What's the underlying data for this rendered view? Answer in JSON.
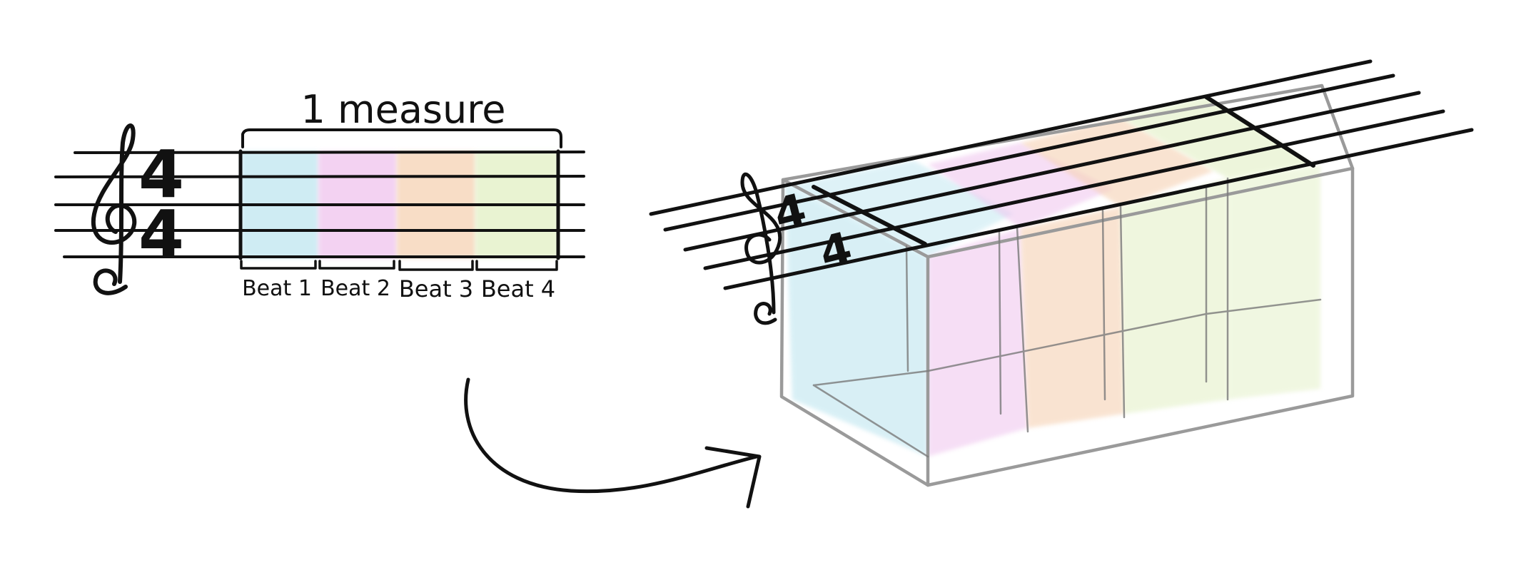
{
  "diagram": {
    "measure_label": "1 measure",
    "time_signature": {
      "top": "4",
      "bottom": "4"
    },
    "beats": [
      {
        "label": "Beat 1",
        "color": "#bfe6f0"
      },
      {
        "label": "Beat 2",
        "color": "#efc4ee"
      },
      {
        "label": "Beat 3",
        "color": "#f6d2b4"
      },
      {
        "label": "Beat 4",
        "color": "#e2f0c4"
      }
    ],
    "ink_color": "#111111",
    "box_outline_color": "#9a9a9a"
  }
}
